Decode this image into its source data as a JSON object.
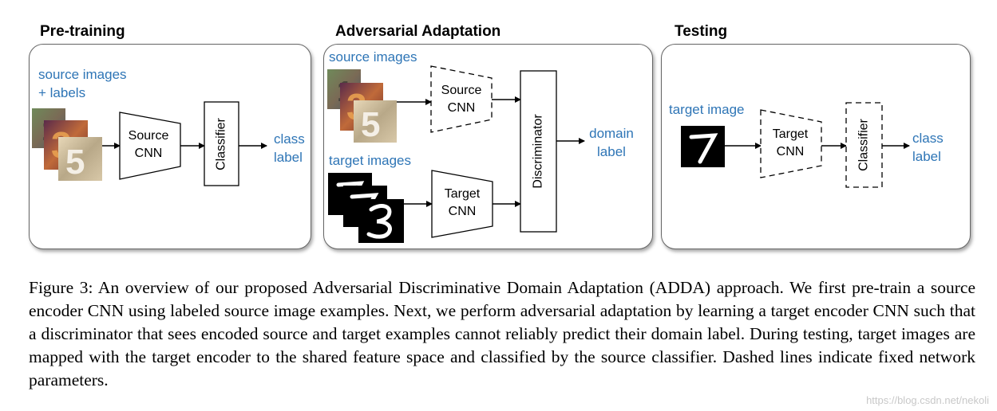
{
  "panels": {
    "pretraining": {
      "title": "Pre-training",
      "input_label": "source images\n+ labels",
      "encoder": "Source\nCNN",
      "classifier": "Classifier",
      "output": "class\nlabel"
    },
    "adaptation": {
      "title": "Adversarial Adaptation",
      "source_label": "source images",
      "target_label": "target images",
      "source_encoder": "Source\nCNN",
      "target_encoder": "Target\nCNN",
      "discriminator": "Discriminator",
      "output": "domain\nlabel"
    },
    "testing": {
      "title": "Testing",
      "input_label": "target image",
      "encoder": "Target\nCNN",
      "classifier": "Classifier",
      "output": "class\nlabel"
    }
  },
  "caption": "Figure 3: An overview of our proposed Adversarial Discriminative Domain Adaptation (ADDA) approach. We first pre-train a source encoder CNN using labeled source image examples. Next, we perform adversarial adaptation by learning a target encoder CNN such that a discriminator that sees encoded source and target examples cannot reliably predict their domain label. During testing, target images are mapped with the target encoder to the shared feature space and classified by the source classifier. Dashed lines indicate fixed network parameters.",
  "watermark": "https://blog.csdn.net/nekoli",
  "colors": {
    "label_blue": "#2e75b6",
    "border": "#666666"
  },
  "icons": [
    "svhn-digit-image",
    "mnist-digit-image"
  ]
}
